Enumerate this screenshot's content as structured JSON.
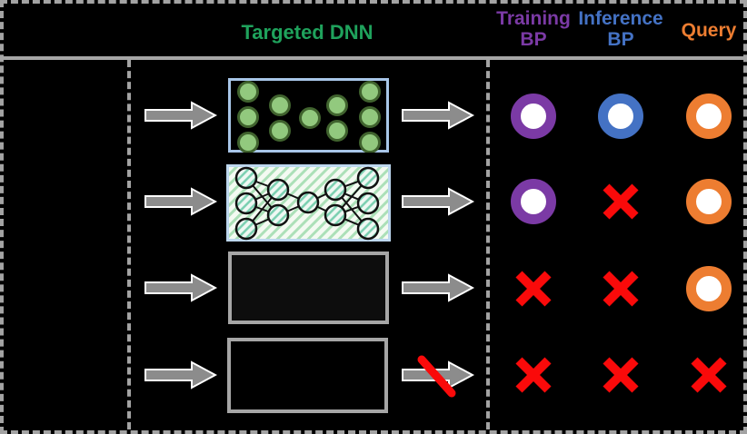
{
  "header": {
    "targeted_dnn": "Targeted DNN",
    "targeted_dnn_color": "#1FA25C",
    "training_line1": "Training",
    "training_line2": "BP",
    "training_color": "#7B3AA5",
    "inference_line1": "Inference",
    "inference_line2": "BP",
    "inference_color": "#4472C4",
    "query": "Query",
    "query_color": "#ED7D31"
  },
  "matrix": {
    "columns": [
      {
        "key": "training-bp",
        "label": "Training BP",
        "color": "#7B3AA5"
      },
      {
        "key": "inference-bp",
        "label": "Inference BP",
        "color": "#4472C4"
      },
      {
        "key": "query",
        "label": "Query",
        "color": "#ED7D31"
      }
    ],
    "denied_color": "#FA0A0A",
    "col_centers_x": [
      587,
      683,
      780
    ],
    "row_centers_y": [
      128,
      222,
      318,
      413
    ],
    "rows": [
      {
        "dnn_icon": "green-neuron-cluster-box",
        "cells": [
          "yes",
          "yes",
          "yes"
        ]
      },
      {
        "dnn_icon": "hatched-network-architecture-box",
        "cells": [
          "yes",
          "no",
          "yes"
        ]
      },
      {
        "dnn_icon": "filled-black-box",
        "cells": [
          "no",
          "no",
          "yes"
        ]
      },
      {
        "dnn_icon": "empty-box-output-blocked",
        "cells": [
          "no",
          "no",
          "no"
        ]
      }
    ]
  },
  "colors": {
    "background": "#000000",
    "grid_gray": "#A6A6A6",
    "arrow_gray": "#8C8C8C",
    "row1_box_border": "#A8C6E8",
    "neuron_fill": "#92C97E",
    "neuron_stroke": "#40632E",
    "row2_box_border": "#BDD7EE",
    "blocked_slash_color": "#FA0A0A"
  }
}
